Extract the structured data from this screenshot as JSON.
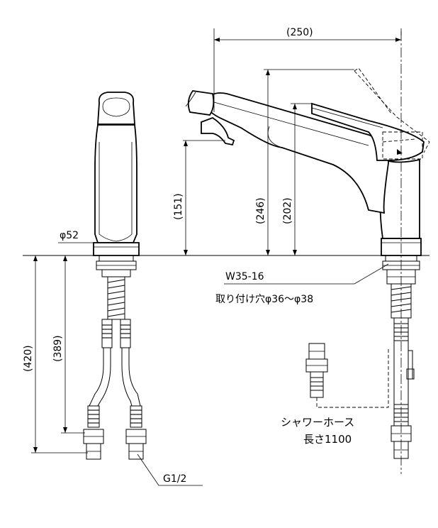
{
  "dimensions": {
    "width_top": "(250)",
    "height_spout": "(151)",
    "height_total": "(246)",
    "height_lever": "(202)",
    "below_total": "(420)",
    "below_inner": "(389)"
  },
  "labels": {
    "diameter_base": "φ52",
    "mount_thread": "W35-16",
    "mount_hole": "取り付け穴φ36～φ38",
    "hose_name": "シャワーホース",
    "hose_length": "長さ1100",
    "pipe_thread": "G1/2"
  }
}
